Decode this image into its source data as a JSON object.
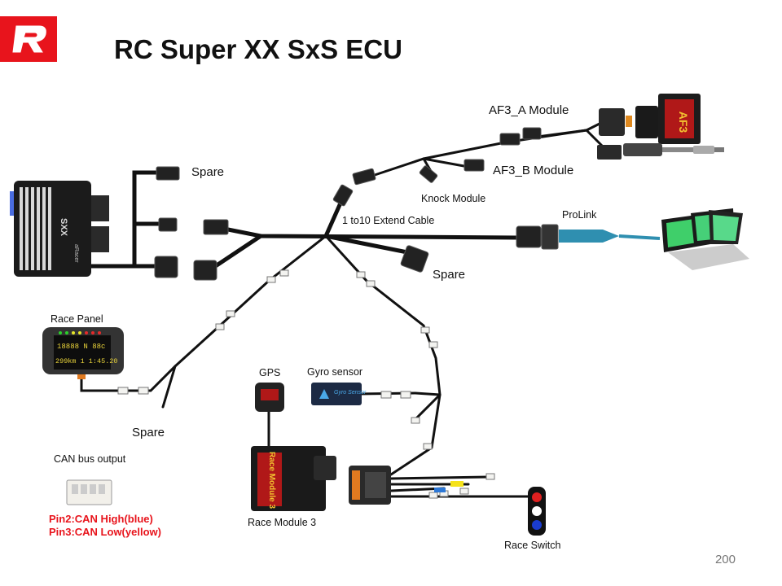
{
  "slide": {
    "title": "RC Super XX SxS ECU",
    "page_number": "200"
  },
  "labels": {
    "af3_a": "AF3_A Module",
    "af3_b": "AF3_B Module",
    "knock": "Knock Module",
    "extend_cable": "1 to10 Extend Cable",
    "prolink": "ProLink",
    "spare_top": "Spare",
    "spare_mid": "Spare",
    "spare_bottom": "Spare",
    "race_panel": "Race Panel",
    "gps": "GPS",
    "gyro": "Gyro sensor",
    "can_bus": "CAN bus output",
    "race_module": "Race Module 3",
    "race_switch": "Race Switch"
  },
  "notes": {
    "pin2": "Pin2:CAN High(blue)",
    "pin3": "Pin3:CAN Low(yellow)"
  },
  "device_text": {
    "ecu_brand": "SXX",
    "ecu_maker": "aRacer",
    "race_panel_row1": "18888  N  88c",
    "race_panel_row2": "299km 1 1:45.20",
    "gyro_face": "Gyro Sensor",
    "module_face": "Race Module 3",
    "af3_face": "AF3"
  },
  "colors": {
    "logo_red": "#e8141c",
    "note_red": "#e8141c",
    "wire": "#111111",
    "prolink_cable": "#2f8fb0",
    "switch_red": "#e02020",
    "switch_blue": "#1a3cd0"
  }
}
